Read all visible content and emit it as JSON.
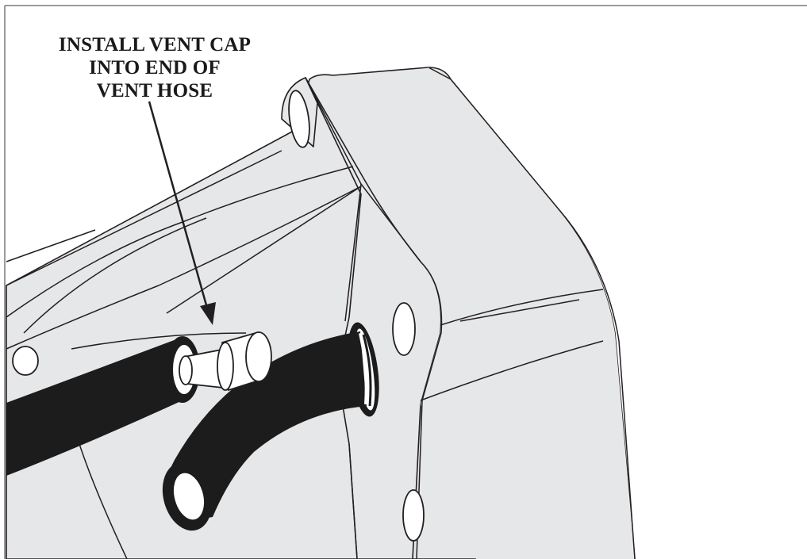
{
  "callout": {
    "lines": [
      "INSTALL VENT CAP",
      "INTO END OF",
      "VENT HOSE"
    ]
  },
  "colors": {
    "housing_fill": "#e6e7e8",
    "line": "#231f20",
    "hose": "#1c1c1c",
    "cap_fill": "#ffffff",
    "frame": "#7a7a7a"
  },
  "icons": {
    "arrow": "callout-arrow-icon",
    "housing": "gearcase-housing-icon",
    "vent_hose": "vent-hose-icon",
    "vent_cap": "vent-cap-icon"
  }
}
